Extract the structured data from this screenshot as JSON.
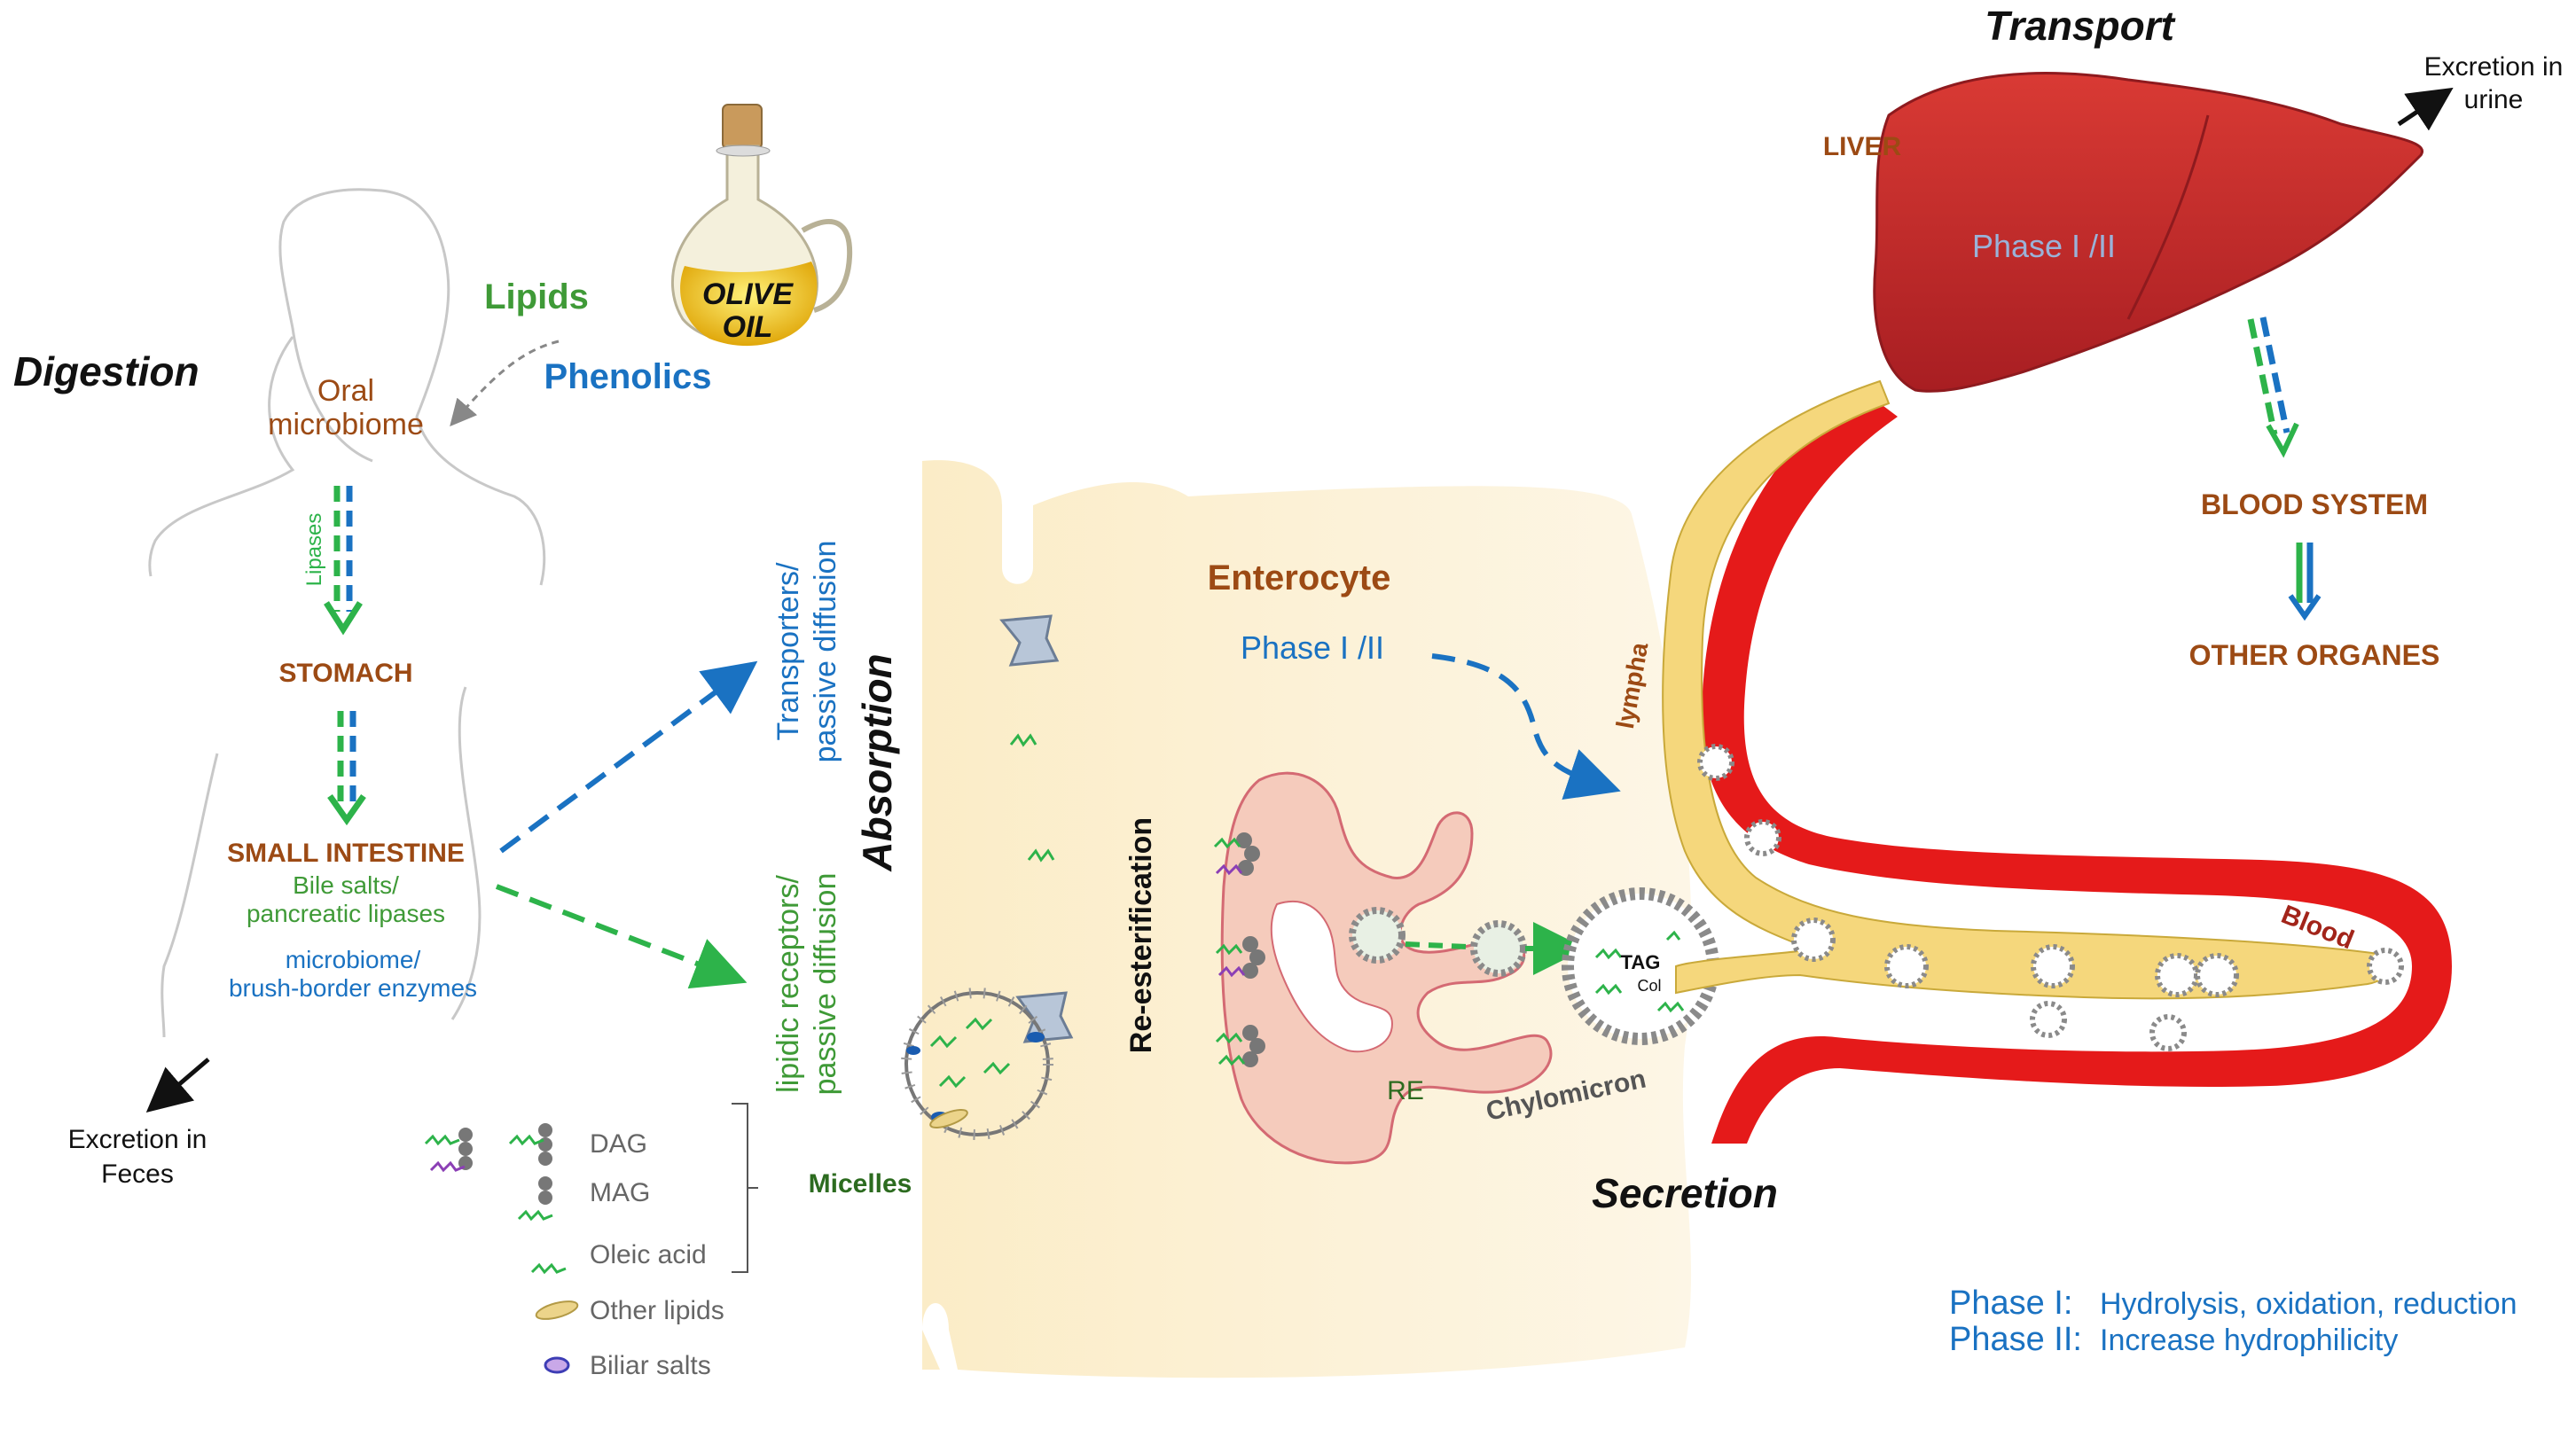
{
  "sections": {
    "digestion": "Digestion",
    "absorption": "Absorption",
    "secretion": "Secretion",
    "transport": "Transport"
  },
  "inputs": {
    "lipids": "Lipids",
    "phenolics": "Phenolics",
    "bottle_label_line1": "OLIVE",
    "bottle_label_line2": "OIL"
  },
  "digestion": {
    "oral_line1": "Oral",
    "oral_line2": "microbiome",
    "lipases": "Lipases",
    "stomach": "STOMACH",
    "small_intestine": "SMALL INTESTINE",
    "bile_line1": "Bile salts/",
    "bile_line2": "pancreatic lipases",
    "microbiome_line1": "microbiome/",
    "microbiome_line2": "brush-border enzymes",
    "feces_line1": "Excretion in",
    "feces_line2": "Feces"
  },
  "absorption": {
    "transporters_line1": "Transporters/",
    "transporters_line2": "passive diffusion",
    "lipidic_line1": "lipidic receptors/",
    "lipidic_line2": "passive diffusion",
    "micelles": "Micelles"
  },
  "legend": {
    "dag": "DAG",
    "mag": "MAG",
    "oleic": "Oleic acid",
    "other_lipids": "Other lipids",
    "biliar": "Biliar salts"
  },
  "enterocyte": {
    "title": "Enterocyte",
    "phase": "Phase I /II",
    "reesterification": "Re-esterification",
    "re": "RE",
    "chylomicron": "Chylomicron",
    "tag": "TAG",
    "col": "Col"
  },
  "transport": {
    "liver": "LIVER",
    "liver_phase": "Phase I /II",
    "lympha": "lympha",
    "blood": "Blood",
    "blood_system": "BLOOD SYSTEM",
    "other_organs": "OTHER ORGANES",
    "urine_line1": "Excretion in",
    "urine_line2": "urine"
  },
  "phase_notes": {
    "phase1_label": "Phase I:",
    "phase1_text": "Hydrolysis, oxidation, reduction",
    "phase2_label": "Phase II:",
    "phase2_text": "Increase hydrophilicity"
  },
  "colors": {
    "brown": "#9c4a14",
    "green": "#2e8b30",
    "blue": "#1a72c2",
    "red": "#e31b1b",
    "liver": "#c0282a",
    "cell": "#fbefcf",
    "lymph": "#f8dd8c"
  }
}
